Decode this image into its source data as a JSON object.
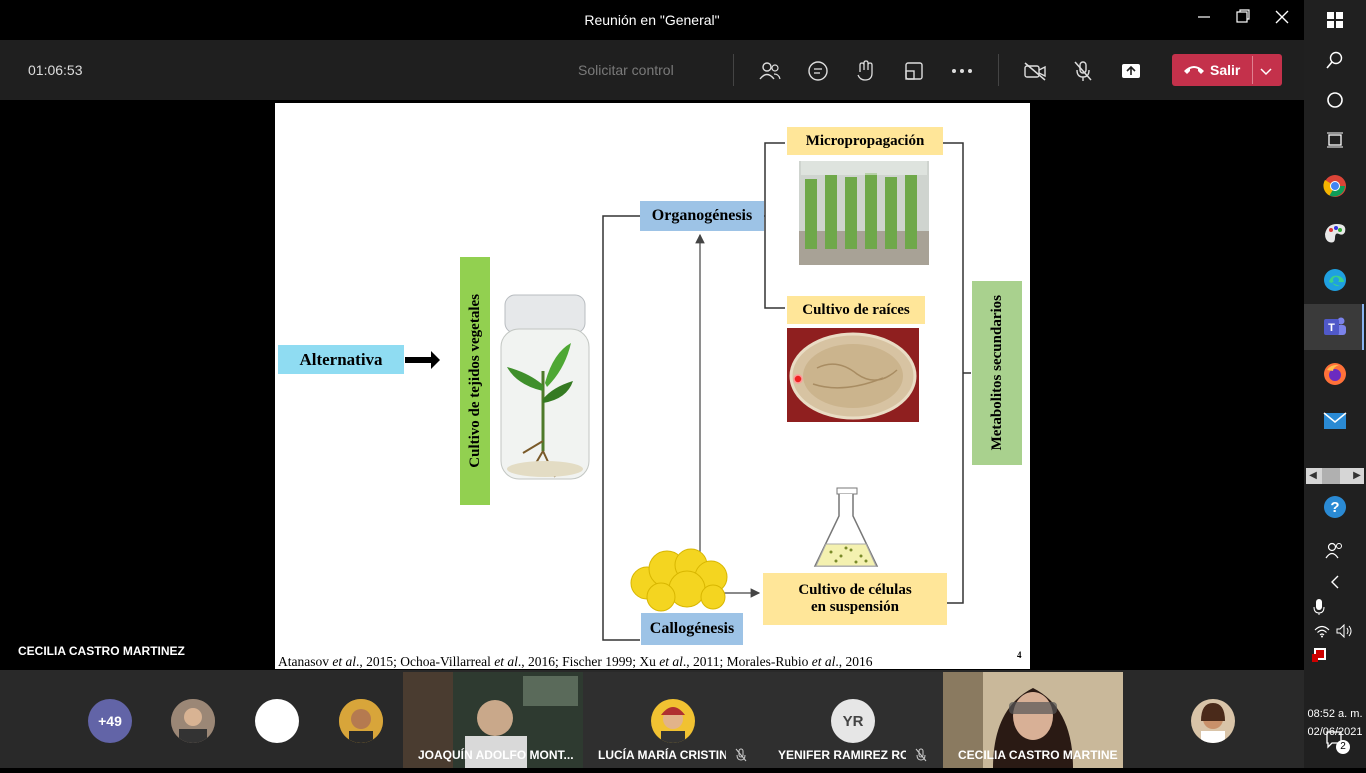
{
  "window": {
    "title": "Reunión en \"General\""
  },
  "toolbar": {
    "timer": "01:06:53",
    "request_control": "Solicitar control",
    "leave_label": "Salir"
  },
  "slide": {
    "alternativa": "Alternativa",
    "cultivo_tejidos": "Cultivo de tejidos vegetales",
    "organogenesis": "Organogénesis",
    "micropropagacion": "Micropropagación",
    "cultivo_raices": "Cultivo de raíces",
    "metabolitos": "Metabolitos secundarios",
    "callogenesis": "Callogénesis",
    "suspension_line1": "Cultivo de células",
    "suspension_line2": "en suspensión",
    "citation": {
      "a1": "Atanasov ",
      "a1_etal": "et al",
      "a1_rest": "., 2015; Ochoa-Villarreal ",
      "a2_etal": "et al",
      "a2_rest": "., 2016; Fischer 1999; Xu ",
      "a3_etal": "et al",
      "a3_rest": "., 2011; Morales-Rubio ",
      "a4_etal": "et al",
      "a4_rest": "., 2016"
    },
    "page_number": "4"
  },
  "presenter_name": "CECILIA CASTRO MARTINEZ",
  "participants": {
    "overflow_count": "+49",
    "tile1_name": "JOAQUÍN ADOLFO MONT...",
    "tile2_name": "LUCÍA MARÍA CRISTIN...",
    "tile3_initials": "YR",
    "tile3_name": "YENIFER RAMIREZ RO...",
    "tile4_name": "CECILIA CASTRO MARTINEZ"
  },
  "taskbar": {
    "time": "08:52 a. m.",
    "date": "02/06/2021",
    "notifications": "2"
  },
  "colors": {
    "leave": "#c4314b",
    "box_blue": "#9dc3e6",
    "box_cyan": "#8fdcf2",
    "box_yellow": "#ffe699",
    "box_green": "#92d050",
    "box_sage": "#a9d18e"
  }
}
